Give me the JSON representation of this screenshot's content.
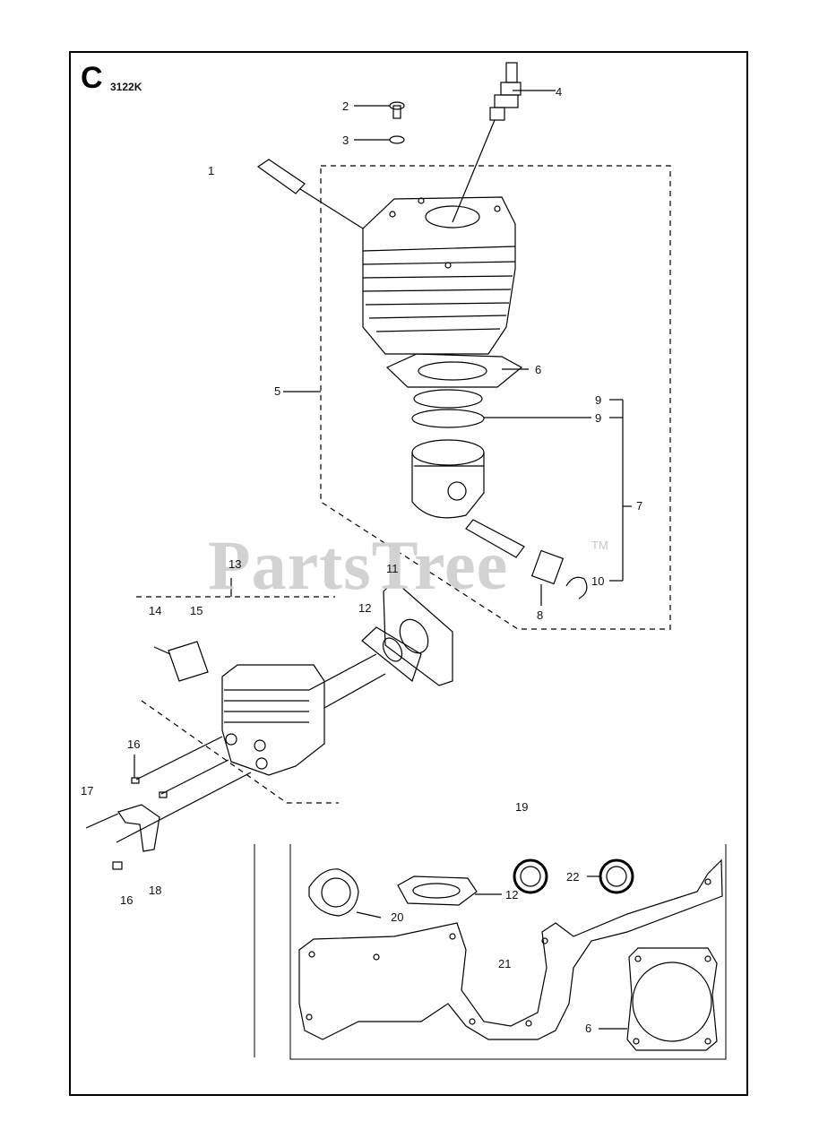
{
  "diagram": {
    "section_letter": "C",
    "model_code": "3122K",
    "watermark": "PartsTree",
    "watermark_tm": "TM",
    "callouts": [
      "1",
      "2",
      "3",
      "4",
      "5",
      "6",
      "7",
      "8",
      "9",
      "9",
      "10",
      "11",
      "12",
      "13",
      "14",
      "15",
      "16",
      "16",
      "17",
      "18",
      "19",
      "20",
      "12",
      "22",
      "21",
      "6"
    ]
  },
  "colors": {
    "ink": "#000000",
    "watermark": "#d2d2d2",
    "background": "#ffffff"
  }
}
